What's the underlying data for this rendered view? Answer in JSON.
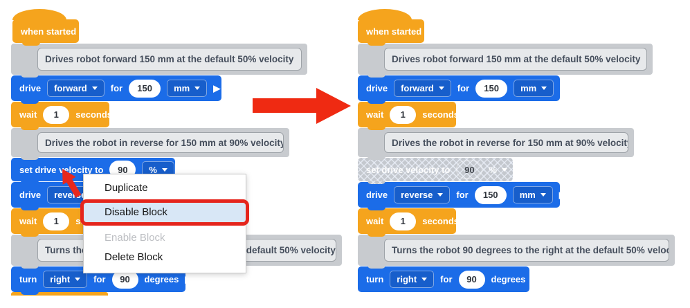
{
  "icons": {
    "play": "▶"
  },
  "colors": {
    "block_blue": "#1B6CE8",
    "block_orange": "#F5A41D",
    "comment_gray": "#C8CBCF",
    "comment_inner_gray": "#E7E9EB",
    "disabled_gray": "#C4C8CE",
    "menu_highlight_blue": "#D8E7F6",
    "highlight_red": "#E5251C",
    "arrow_red": "#EF2A12"
  },
  "blocks": {
    "when_started": {
      "label": "when started"
    },
    "comment_forward": {
      "text": "Drives robot forward 150 mm at the default 50% velocity"
    },
    "drive_forward": {
      "verb": "drive",
      "direction": "forward",
      "for_label": "for",
      "value": "150",
      "unit": "mm"
    },
    "wait": {
      "verb": "wait",
      "value": "1",
      "unit_label": "seconds"
    },
    "comment_reverse": {
      "text": "Drives the robot in reverse for 150 mm at 90% velocity"
    },
    "set_velocity": {
      "label": "set drive velocity to",
      "value": "90",
      "unit": "%"
    },
    "drive_reverse": {
      "verb": "drive",
      "direction": "reverse",
      "for_label": "for",
      "value": "150",
      "unit": "mm"
    },
    "comment_turn": {
      "text": "Turns the robot 90 degrees to the right at the default 50% velocity"
    },
    "turn": {
      "verb": "turn",
      "direction": "right",
      "for_label": "for",
      "value": "90",
      "unit_label": "degrees"
    }
  },
  "context_menu": {
    "duplicate": "Duplicate",
    "disable": "Disable Block",
    "enable": "Enable Block",
    "delete": "Delete Block"
  }
}
